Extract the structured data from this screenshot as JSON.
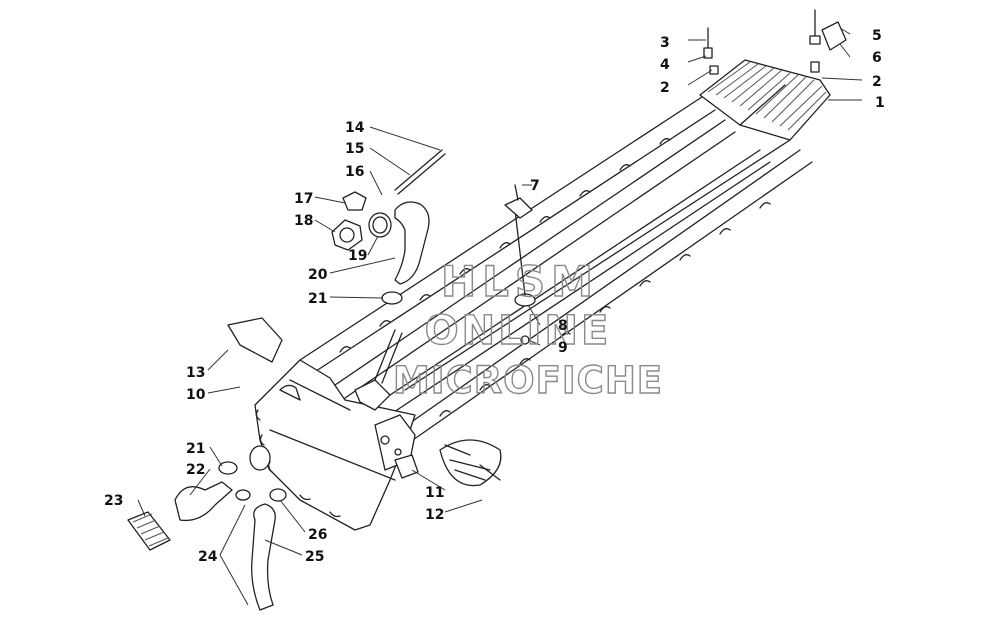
{
  "callouts": [
    {
      "label": "1"
    },
    {
      "label": "2"
    },
    {
      "label": "2"
    },
    {
      "label": "3"
    },
    {
      "label": "4"
    },
    {
      "label": "5"
    },
    {
      "label": "6"
    },
    {
      "label": "7"
    },
    {
      "label": "8"
    },
    {
      "label": "9"
    },
    {
      "label": "10"
    },
    {
      "label": "11"
    },
    {
      "label": "12"
    },
    {
      "label": "13"
    },
    {
      "label": "14"
    },
    {
      "label": "15"
    },
    {
      "label": "16"
    },
    {
      "label": "17"
    },
    {
      "label": "18"
    },
    {
      "label": "19"
    },
    {
      "label": "20"
    },
    {
      "label": "21"
    },
    {
      "label": "21"
    },
    {
      "label": "22"
    },
    {
      "label": "23"
    },
    {
      "label": "24"
    },
    {
      "label": "25"
    },
    {
      "label": "26"
    }
  ],
  "watermark": {
    "line1": "HLSM",
    "line2": "ONLINE",
    "line3": "MICROFICHE"
  }
}
